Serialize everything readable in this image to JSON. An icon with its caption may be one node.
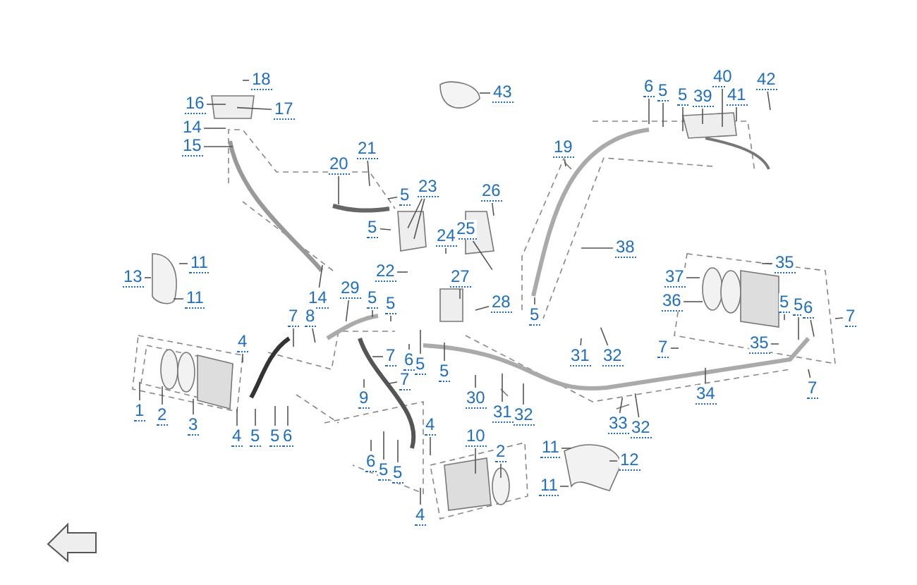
{
  "diagram": {
    "nodes": [
      {
        "text": [
          "18"
        ]
      },
      {
        "text": [
          "16"
        ]
      },
      {
        "text": [
          "17"
        ]
      },
      {
        "text": [
          "14"
        ]
      },
      {
        "text": [
          "15"
        ]
      },
      {
        "text": [
          "43"
        ]
      },
      {
        "text": [
          "6"
        ]
      },
      {
        "text": [
          "5"
        ]
      },
      {
        "text": [
          "5"
        ]
      },
      {
        "text": [
          "39"
        ]
      },
      {
        "text": [
          "40"
        ]
      },
      {
        "text": [
          "41"
        ]
      },
      {
        "text": [
          "42"
        ]
      },
      {
        "text": [
          "21"
        ]
      },
      {
        "text": [
          "20"
        ]
      },
      {
        "text": [
          "19"
        ]
      },
      {
        "text": [
          "23"
        ]
      },
      {
        "text": [
          "5"
        ]
      },
      {
        "text": [
          "5"
        ]
      },
      {
        "text": [
          "26"
        ]
      },
      {
        "text": [
          "25"
        ]
      },
      {
        "text": [
          "24"
        ]
      },
      {
        "text": [
          "27"
        ]
      },
      {
        "text": [
          "22"
        ]
      },
      {
        "text": [
          "13"
        ]
      },
      {
        "text": [
          "11"
        ]
      },
      {
        "text": [
          "11"
        ]
      },
      {
        "text": [
          "14"
        ]
      },
      {
        "text": [
          "29"
        ]
      },
      {
        "text": [
          "5"
        ]
      },
      {
        "text": [
          "5"
        ]
      },
      {
        "text": [
          "28"
        ]
      },
      {
        "text": [
          "5"
        ]
      },
      {
        "text": [
          "38"
        ]
      },
      {
        "text": [
          "37"
        ]
      },
      {
        "text": [
          "36"
        ]
      },
      {
        "text": [
          "35"
        ]
      },
      {
        "text": [
          "5"
        ]
      },
      {
        "text": [
          "5"
        ]
      },
      {
        "text": [
          "6"
        ]
      },
      {
        "text": [
          "7"
        ]
      },
      {
        "text": [
          "7"
        ]
      },
      {
        "text": [
          "8"
        ]
      },
      {
        "text": [
          "31"
        ]
      },
      {
        "text": [
          "32"
        ]
      },
      {
        "text": [
          "7"
        ]
      },
      {
        "text": [
          "35"
        ]
      },
      {
        "text": [
          "4"
        ]
      },
      {
        "text": [
          "6"
        ]
      },
      {
        "text": [
          "5"
        ]
      },
      {
        "text": [
          "5"
        ]
      },
      {
        "text": [
          "7"
        ]
      },
      {
        "text": [
          "7"
        ]
      },
      {
        "text": [
          "9"
        ]
      },
      {
        "text": [
          "30"
        ]
      },
      {
        "text": [
          "31"
        ]
      },
      {
        "text": [
          "32"
        ]
      },
      {
        "text": [
          "34"
        ]
      },
      {
        "text": [
          "7"
        ]
      },
      {
        "text": [
          "1"
        ]
      },
      {
        "text": [
          "2"
        ]
      },
      {
        "text": [
          "3"
        ]
      },
      {
        "text": [
          "4"
        ]
      },
      {
        "text": [
          "5"
        ]
      },
      {
        "text": [
          "5"
        ]
      },
      {
        "text": [
          "6"
        ]
      },
      {
        "text": [
          "33"
        ]
      },
      {
        "text": [
          "32"
        ]
      },
      {
        "text": [
          "4"
        ]
      },
      {
        "text": [
          "10"
        ]
      },
      {
        "text": [
          "2"
        ]
      },
      {
        "text": [
          "11"
        ]
      },
      {
        "text": [
          "12"
        ]
      },
      {
        "text": [
          "11"
        ]
      },
      {
        "text": [
          "6"
        ]
      },
      {
        "text": [
          "5"
        ]
      },
      {
        "text": [
          "5"
        ]
      },
      {
        "text": [
          "4"
        ]
      }
    ],
    "edges": [
      {
        "from": 0,
        "to": null,
        "arrow": "none"
      },
      {
        "from": 1,
        "to": null,
        "arrow": "none"
      },
      {
        "from": 2,
        "to": null,
        "arrow": "none"
      },
      {
        "from": 3,
        "to": null,
        "arrow": "none"
      },
      {
        "from": 4,
        "to": null,
        "arrow": "none"
      },
      {
        "from": 5,
        "to": null,
        "arrow": "none"
      },
      {
        "from": 6,
        "to": null,
        "arrow": "none"
      },
      {
        "from": 7,
        "to": null,
        "arrow": "none"
      },
      {
        "from": 8,
        "to": null,
        "arrow": "none"
      },
      {
        "from": 9,
        "to": null,
        "arrow": "none"
      },
      {
        "from": 10,
        "to": null,
        "arrow": "none"
      },
      {
        "from": 11,
        "to": null,
        "arrow": "none"
      },
      {
        "from": 12,
        "to": null,
        "arrow": "none"
      },
      {
        "from": 13,
        "to": null,
        "arrow": "none"
      },
      {
        "from": 14,
        "to": null,
        "arrow": "none"
      },
      {
        "from": 15,
        "to": null,
        "arrow": "none"
      },
      {
        "from": 16,
        "to": null,
        "arrow": "none"
      },
      {
        "from": 16,
        "to": null,
        "arrow": "none"
      },
      {
        "from": 17,
        "to": null,
        "arrow": "none"
      },
      {
        "from": 18,
        "to": null,
        "arrow": "none"
      },
      {
        "from": 19,
        "to": null,
        "arrow": "none"
      },
      {
        "from": 20,
        "to": null,
        "arrow": "none"
      },
      {
        "from": 21,
        "to": null,
        "arrow": "none"
      },
      {
        "from": 22,
        "to": null,
        "arrow": "none"
      },
      {
        "from": 23,
        "to": null,
        "arrow": "none"
      },
      {
        "from": 24,
        "to": null,
        "arrow": "none"
      },
      {
        "from": 25,
        "to": null,
        "arrow": "none"
      },
      {
        "from": 26,
        "to": null,
        "arrow": "none"
      },
      {
        "from": 27,
        "to": null,
        "arrow": "none"
      },
      {
        "from": 28,
        "to": null,
        "arrow": "none"
      },
      {
        "from": 29,
        "to": null,
        "arrow": "none"
      },
      {
        "from": 30,
        "to": null,
        "arrow": "none"
      },
      {
        "from": 31,
        "to": null,
        "arrow": "none"
      },
      {
        "from": 32,
        "to": null,
        "arrow": "none"
      },
      {
        "from": 33,
        "to": null,
        "arrow": "none"
      },
      {
        "from": 34,
        "to": null,
        "arrow": "none"
      },
      {
        "from": 35,
        "to": null,
        "arrow": "none"
      },
      {
        "from": 36,
        "to": null,
        "arrow": "none"
      },
      {
        "from": 37,
        "to": null,
        "arrow": "none"
      },
      {
        "from": 38,
        "to": null,
        "arrow": "none"
      },
      {
        "from": 39,
        "to": null,
        "arrow": "none"
      },
      {
        "from": 40,
        "to": null,
        "arrow": "none"
      },
      {
        "from": 41,
        "to": null,
        "arrow": "none"
      },
      {
        "from": 42,
        "to": null,
        "arrow": "none"
      },
      {
        "from": 43,
        "to": null,
        "arrow": "none"
      },
      {
        "from": 44,
        "to": null,
        "arrow": "none"
      },
      {
        "from": 45,
        "to": null,
        "arrow": "none"
      },
      {
        "from": 46,
        "to": null,
        "arrow": "none"
      },
      {
        "from": 47,
        "to": null,
        "arrow": "none"
      },
      {
        "from": 48,
        "to": null,
        "arrow": "none"
      },
      {
        "from": 49,
        "to": null,
        "arrow": "none"
      },
      {
        "from": 50,
        "to": null,
        "arrow": "none"
      },
      {
        "from": 51,
        "to": null,
        "arrow": "none"
      },
      {
        "from": 52,
        "to": null,
        "arrow": "none"
      },
      {
        "from": 53,
        "to": null,
        "arrow": "none"
      },
      {
        "from": 54,
        "to": null,
        "arrow": "none"
      },
      {
        "from": 55,
        "to": null,
        "arrow": "none"
      },
      {
        "from": 56,
        "to": null,
        "arrow": "none"
      },
      {
        "from": 57,
        "to": null,
        "arrow": "none"
      },
      {
        "from": 58,
        "to": null,
        "arrow": "none"
      },
      {
        "from": 59,
        "to": null,
        "arrow": "none"
      },
      {
        "from": 60,
        "to": null,
        "arrow": "none"
      },
      {
        "from": 61,
        "to": null,
        "arrow": "none"
      },
      {
        "from": 62,
        "to": null,
        "arrow": "none"
      },
      {
        "from": 63,
        "to": null,
        "arrow": "none"
      },
      {
        "from": 64,
        "to": null,
        "arrow": "none"
      },
      {
        "from": 65,
        "to": null,
        "arrow": "none"
      },
      {
        "from": 66,
        "to": null,
        "arrow": "none"
      },
      {
        "from": 67,
        "to": null,
        "arrow": "none"
      },
      {
        "from": 68,
        "to": null,
        "arrow": "none"
      },
      {
        "from": 69,
        "to": null,
        "arrow": "none"
      },
      {
        "from": 70,
        "to": null,
        "arrow": "none"
      },
      {
        "from": 71,
        "to": null,
        "arrow": "none"
      },
      {
        "from": 72,
        "to": null,
        "arrow": "none"
      },
      {
        "from": 73,
        "to": null,
        "arrow": "none"
      },
      {
        "from": 74,
        "to": null,
        "arrow": "none"
      },
      {
        "from": 75,
        "to": null,
        "arrow": "none"
      },
      {
        "from": 76,
        "to": null,
        "arrow": "none"
      },
      {
        "from": 77,
        "to": null,
        "arrow": "none"
      }
    ]
  }
}
